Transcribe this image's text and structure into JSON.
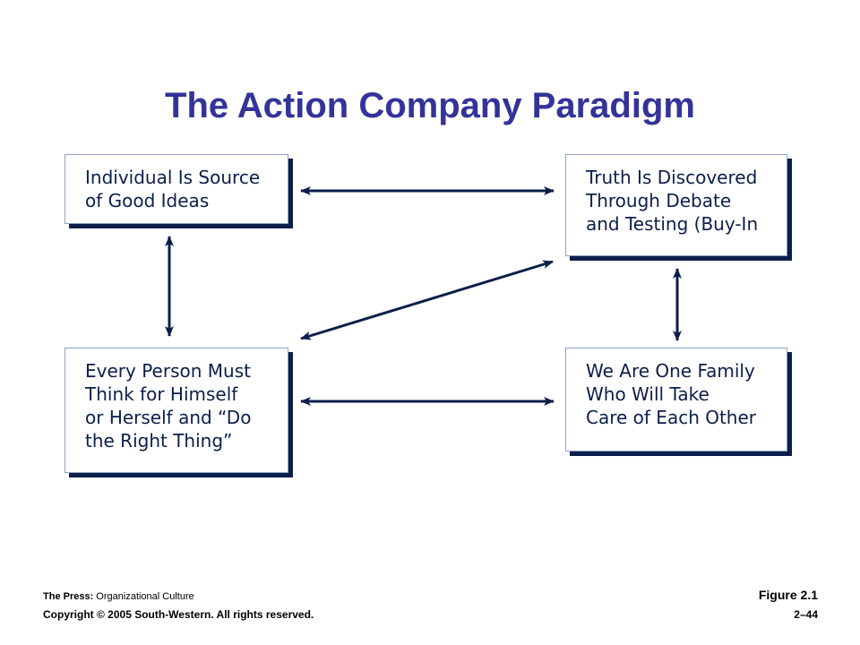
{
  "title": "The Action Company Paradigm",
  "colors": {
    "title": "#33339a",
    "box_text": "#0b1f4a",
    "box_shadow": "#0b1f4a",
    "arrow": "#0b1f4a"
  },
  "boxes": {
    "top_left": "Individual Is Source\nof Good Ideas",
    "top_right": "Truth Is Discovered\nThrough Debate\nand Testing (Buy-In",
    "bottom_left": "Every Person Must\nThink for Himself\nor Herself and “Do\nthe Right Thing”",
    "bottom_right": "We Are One Family\nWho Will Take\nCare of Each Other"
  },
  "connections": [
    {
      "from": "top_left",
      "to": "top_right",
      "type": "double-arrow"
    },
    {
      "from": "top_left",
      "to": "bottom_left",
      "type": "double-arrow"
    },
    {
      "from": "bottom_left",
      "to": "top_right",
      "type": "double-arrow"
    },
    {
      "from": "top_right",
      "to": "bottom_right",
      "type": "double-arrow"
    },
    {
      "from": "bottom_left",
      "to": "bottom_right",
      "type": "double-arrow"
    }
  ],
  "footer": {
    "source_bold": "The Press:",
    "source_rest": " Organizational Culture",
    "copyright": "Copyright  © 2005 South-Western.  All rights reserved.",
    "figure": "Figure 2.1",
    "page": "2–44"
  }
}
